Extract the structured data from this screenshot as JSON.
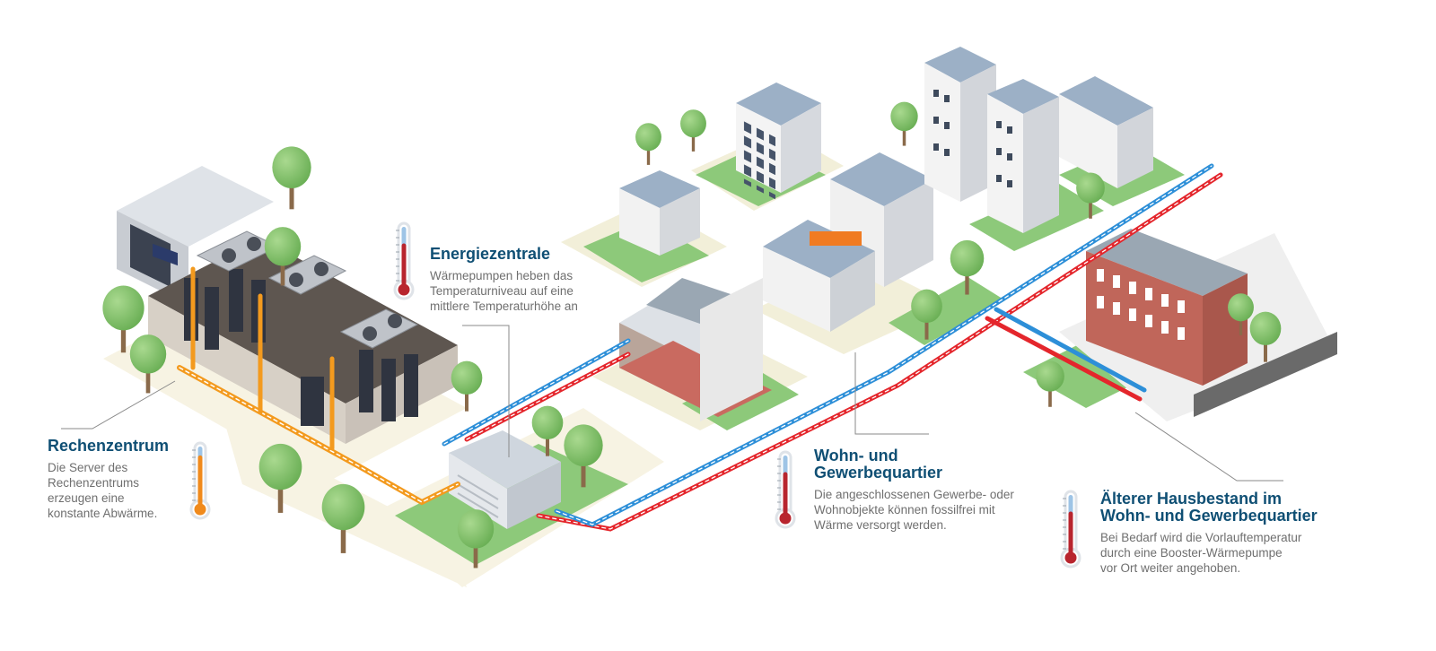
{
  "labels": {
    "rechenzentrum": {
      "title": "Rechenzentrum",
      "lines": [
        "Die Server des",
        "Rechenzentrums",
        "erzeugen eine",
        "konstante Abwärme."
      ]
    },
    "energiezentrale": {
      "title": "Energiezentrale",
      "lines": [
        "Wärmepumpen heben das",
        "Temperaturniveau auf eine",
        "mittlere Temperaturhöhe an"
      ]
    },
    "wohnquartier": {
      "title_lines": [
        "Wohn- und",
        "Gewerbequartier"
      ],
      "lines": [
        "Die angeschlossenen Gewerbe- oder",
        "Wohnobjekte können fossilfrei mit",
        "Wärme versorgt werden."
      ]
    },
    "hausbestand": {
      "title_lines": [
        "Älterer Hausbestand im",
        "Wohn- und Gewerbequartier"
      ],
      "lines": [
        "Bei Bedarf wird die Vorlauftemperatur",
        "durch eine Booster-Wärmepumpe",
        "vor Ort weiter angehoben."
      ]
    }
  },
  "thermometers": [
    {
      "id": "rechenzentrum",
      "level": 0.85,
      "color": "#f08a1c"
    },
    {
      "id": "energiezentrale",
      "level": 0.72,
      "color": "#b8252e"
    },
    {
      "id": "wohnquartier",
      "level": 0.72,
      "color": "#b8252e"
    },
    {
      "id": "hausbestand",
      "level": 0.72,
      "color": "#b8252e"
    }
  ],
  "colors": {
    "title": "#0f4f74",
    "body_text": "#6f6f6f",
    "waste_heat_pipe": "#f39a1e",
    "supply_pipe": "#e4262c",
    "return_pipe": "#2d8fd8",
    "grass": "#8dc97a",
    "ground": "#f7f3e3"
  }
}
